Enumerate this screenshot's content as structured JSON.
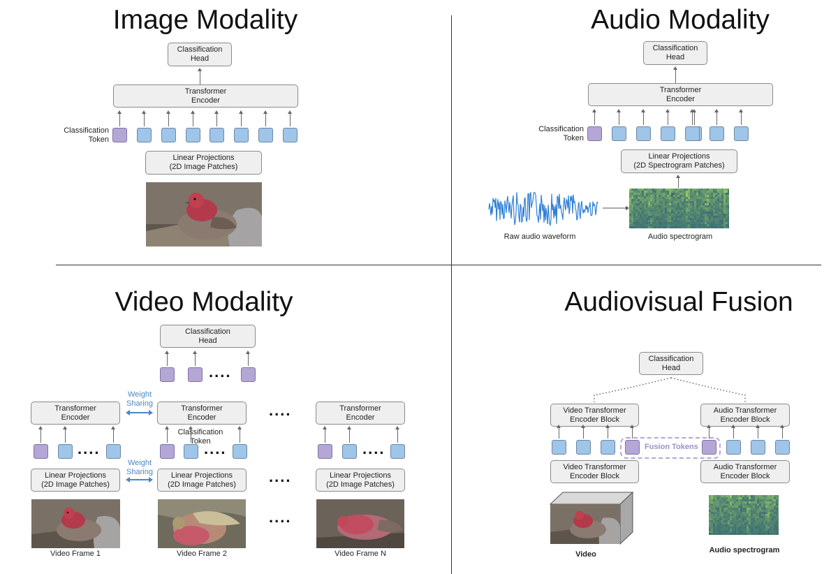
{
  "image_modality": {
    "title": "Image Modality",
    "head": [
      "Classification",
      "Head"
    ],
    "encoder": [
      "Transformer",
      "Encoder"
    ],
    "cls_label": [
      "Classification",
      "Token"
    ],
    "projection": [
      "Linear Projections",
      "(2D Image Patches)"
    ]
  },
  "audio_modality": {
    "title": "Audio Modality",
    "head": [
      "Classification",
      "Head"
    ],
    "encoder": [
      "Transformer",
      "Encoder"
    ],
    "cls_label": [
      "Classification",
      "Token"
    ],
    "projection": [
      "Linear Projections",
      "(2D Spectrogram Patches)"
    ],
    "waveform_label": "Raw audio waveform",
    "spectrogram_label": "Audio spectrogram"
  },
  "video_modality": {
    "title": "Video Modality",
    "head": [
      "Classification",
      "Head"
    ],
    "encoder": [
      "Transformer",
      "Encoder"
    ],
    "weight_sharing": [
      "Weight",
      "Sharing"
    ],
    "cls_label": [
      "Classification",
      "Token"
    ],
    "projection": [
      "Linear Projections",
      "(2D Image Patches)"
    ],
    "frames": [
      "Video Frame 1",
      "Video Frame 2",
      "Video Frame N"
    ],
    "ellipsis": "...."
  },
  "fusion": {
    "title": "Audiovisual Fusion",
    "head": [
      "Classification",
      "Head"
    ],
    "video_block": [
      "Video Transformer",
      "Encoder Block"
    ],
    "audio_block": [
      "Audio Transformer",
      "Encoder Block"
    ],
    "fusion_tokens": "Fusion Tokens",
    "video_label": "Video",
    "spectrogram_label": "Audio spectrogram"
  },
  "colors": {
    "patch_token": "#9fc5e8",
    "cls_token": "#b4a7d6",
    "box_fill": "#efefef",
    "accent_blue": "#4a86c5",
    "fusion_purple": "#b4a7d6"
  }
}
